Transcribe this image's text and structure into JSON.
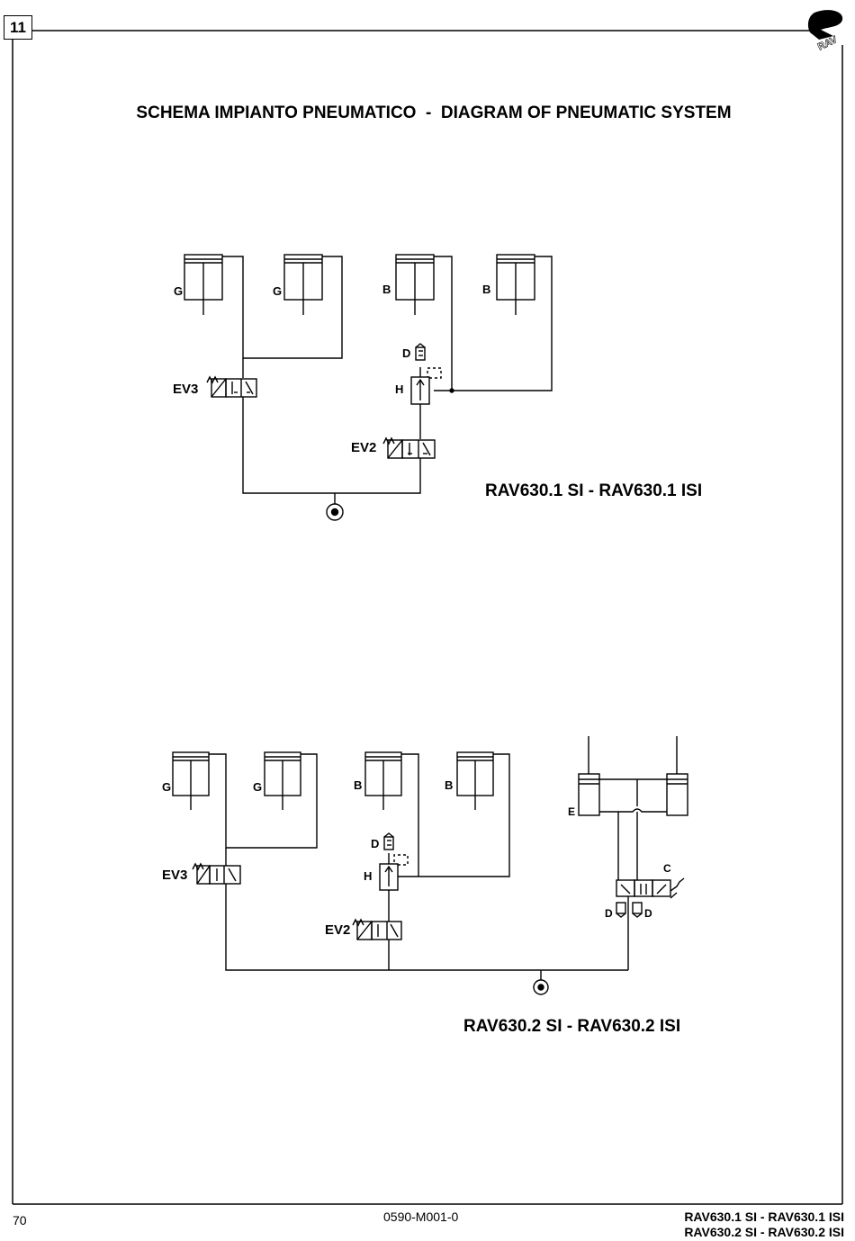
{
  "header": {
    "section_number": "11",
    "logo_text": "RAV"
  },
  "title": "SCHEMA IMPIANTO PNEUMATICO  -  DIAGRAM OF PNEUMATIC SYSTEM",
  "diagram_top": {
    "variant_label": "RAV630.1 SI - RAV630.1 ISI",
    "labels": {
      "g1": "G",
      "g2": "G",
      "b1": "B",
      "b2": "B",
      "d": "D",
      "h": "H",
      "ev3": "EV3",
      "ev2": "EV2"
    }
  },
  "diagram_bottom": {
    "variant_label": "RAV630.2 SI - RAV630.2 ISI",
    "labels": {
      "g1": "G",
      "g2": "G",
      "b1": "B",
      "b2": "B",
      "d": "D",
      "h": "H",
      "ev3": "EV3",
      "ev2": "EV2",
      "e": "E",
      "c": "C",
      "d_left": "D",
      "d_right": "D"
    }
  },
  "footer": {
    "page_number": "70",
    "doc_code": "0590-M001-0",
    "models_line1": "RAV630.1 SI - RAV630.1 ISI",
    "models_line2": "RAV630.2 SI - RAV630.2 ISI"
  }
}
